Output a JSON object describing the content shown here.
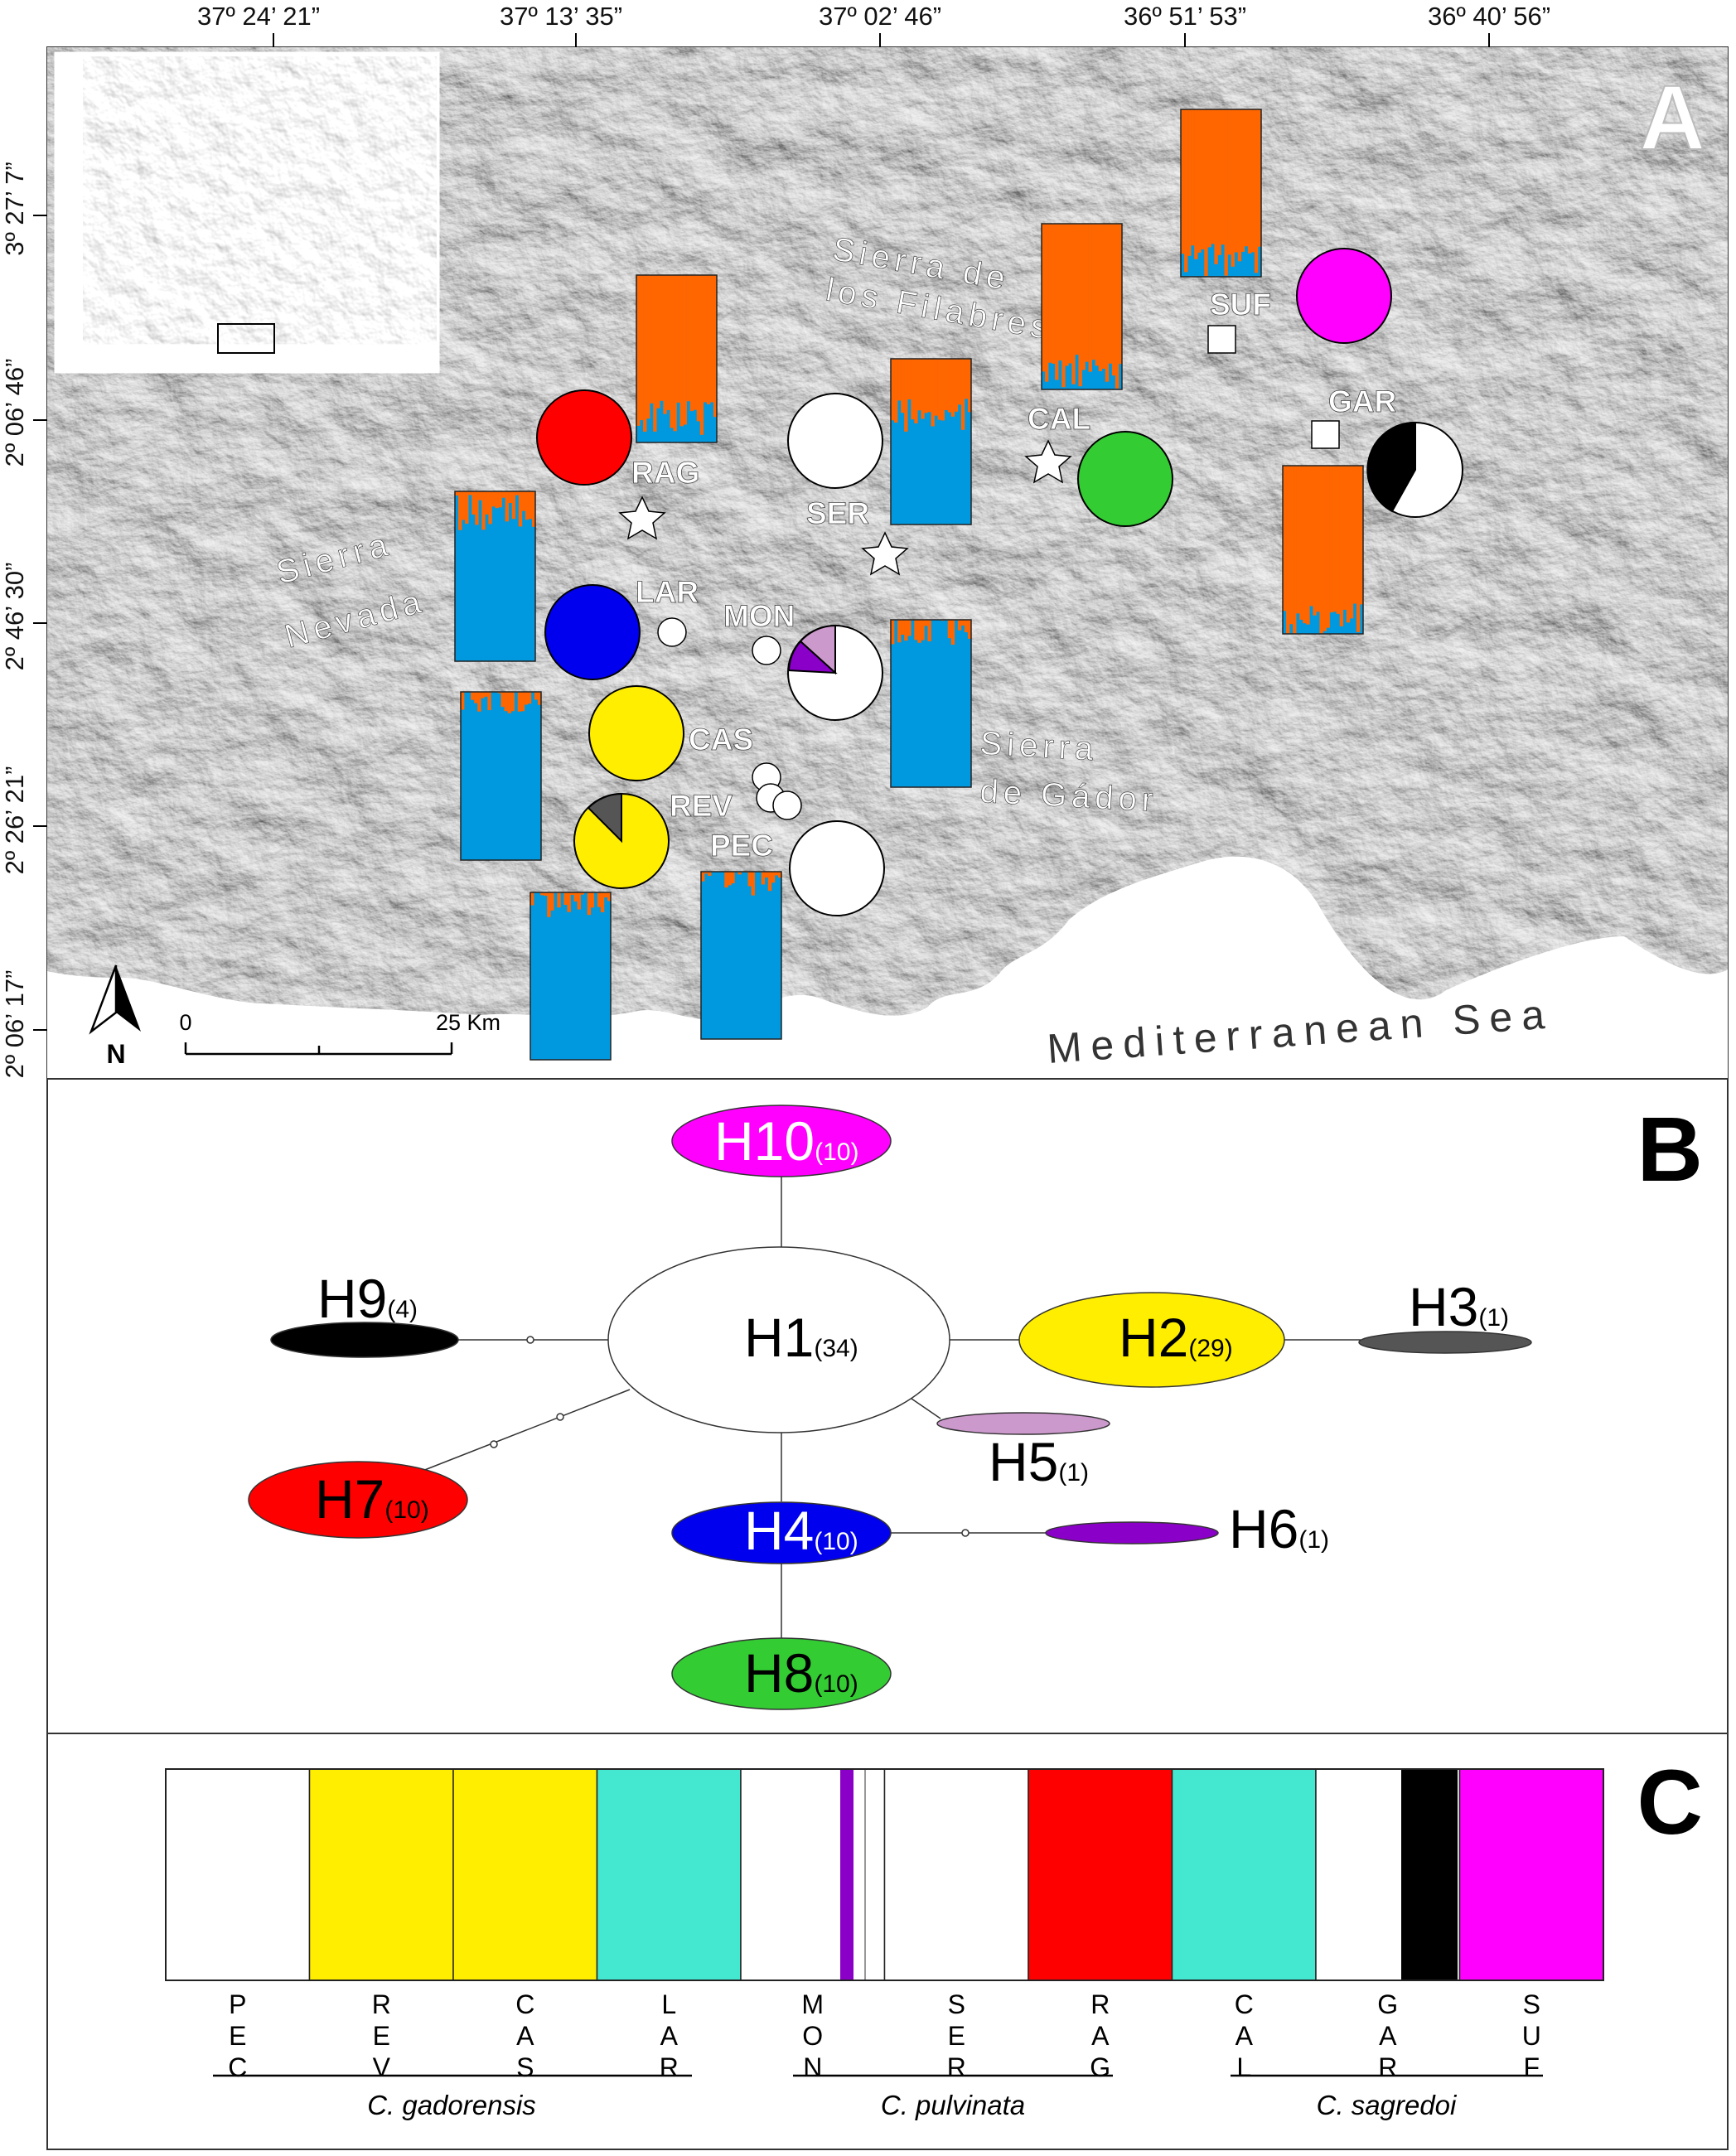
{
  "panels": {
    "a": "A",
    "b": "B",
    "c": "C"
  },
  "top_coords": [
    "37º 24’ 21”",
    "37º 13’ 35”",
    "37º 02’ 46”",
    "36º 51’ 53”",
    "36º 40’ 56”"
  ],
  "left_coords": [
    "3º 27’ 7”",
    "2º 06’ 46”",
    "2º 46’ 30”",
    "2º 26’ 21”",
    "2º 06’ 17”"
  ],
  "regions": {
    "sierra_nevada_1": "Sierra",
    "sierra_nevada_2": "Nevada",
    "filabres_1": "Sierra de",
    "filabres_2": "los Filabres",
    "gador_1": "Sierra",
    "gador_2": "de Gádor",
    "sea": "Mediterranean Sea"
  },
  "scale": {
    "start": "0",
    "end": "25 Km"
  },
  "north": "N",
  "sites": {
    "RAG": "RAG",
    "SER": "SER",
    "CAL": "CAL",
    "SUF": "SUF",
    "GAR": "GAR",
    "LAR": "LAR",
    "MON": "MON",
    "CAS": "CAS",
    "REV": "REV",
    "PEC": "PEC"
  },
  "colors": {
    "orange": "#ff6600",
    "blue": "#0099e0",
    "H1": "#ffffff",
    "H2": "#ffee00",
    "H3": "#555555",
    "H4": "#0000ee",
    "H5": "#cc99cc",
    "H6": "#8a00c8",
    "H7": "#ff0000",
    "H8": "#33cc33",
    "H9": "#000000",
    "H10": "#ff00ff",
    "teal": "#44e8d0"
  },
  "haplotypes": [
    {
      "id": "H1",
      "label": "H1",
      "count": "(34)"
    },
    {
      "id": "H2",
      "label": "H2",
      "count": "(29)"
    },
    {
      "id": "H3",
      "label": "H3",
      "count": "(1)"
    },
    {
      "id": "H4",
      "label": "H4",
      "count": "(10)"
    },
    {
      "id": "H5",
      "label": "H5",
      "count": "(1)"
    },
    {
      "id": "H6",
      "label": "H6",
      "count": "(1)"
    },
    {
      "id": "H7",
      "label": "H7",
      "count": "(10)"
    },
    {
      "id": "H8",
      "label": "H8",
      "count": "(10)"
    },
    {
      "id": "H9",
      "label": "H9",
      "count": "(4)"
    },
    {
      "id": "H10",
      "label": "H10",
      "count": "(10)"
    }
  ],
  "bar_segments": [
    {
      "pop": "PEC",
      "color": "#ffffff"
    },
    {
      "pop": "REV",
      "color": "#ffee00"
    },
    {
      "pop": "CAS",
      "color": "#ffee00"
    },
    {
      "pop": "LAR",
      "color": "#44e8d0"
    },
    {
      "pop": "MON",
      "color": "#ffffff"
    },
    {
      "pop": "SER",
      "color": "#ffffff"
    },
    {
      "pop": "RAG",
      "color": "#ff0000"
    },
    {
      "pop": "CAL",
      "color": "#44e8d0"
    },
    {
      "pop": "GAR",
      "color": "#ffffff"
    },
    {
      "pop": "SUF",
      "color": "#ff00ff"
    }
  ],
  "bar_labels": [
    "PEC",
    "REV",
    "CAS",
    "LAR",
    "MON",
    "SER",
    "RAG",
    "CAL",
    "GAR",
    "SUF"
  ],
  "species": [
    "C. gadorensis",
    "C. pulvinata",
    "C. sagredoi"
  ]
}
